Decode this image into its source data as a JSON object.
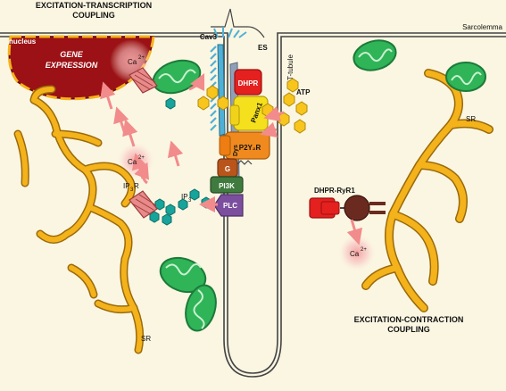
{
  "titles": {
    "etc_line1": "EXCITATION-TRANSCRIPTION",
    "etc_line2": "COUPLING",
    "ecc_line1": "EXCITATION-CONTRACTION",
    "ecc_line2": "COUPLING"
  },
  "labels": {
    "sarcolemma": "Sarcolemma",
    "t_tubule": "T-tubule",
    "nucleus": "nucleus",
    "gene_line1": "GENE",
    "gene_line2": "EXPRESSION",
    "cav3": "Cav3",
    "es": "ES",
    "dhpr": "DHPR",
    "atp": "ATP",
    "panx1": "Panx1",
    "dys": "Dys",
    "p2y2r": "P2Y₂R",
    "g": "G",
    "pi3k": "PI3K",
    "plc": "PLC",
    "ip3": "IP",
    "ip3_sub": "3",
    "ip3r": "IP",
    "ip3r_sub": "3",
    "ip3r_r": "R",
    "ca": "Ca",
    "ca_sup": "2+",
    "sr": "SR",
    "dhpr_ryr1": "DHPR-RyR1"
  },
  "colors": {
    "background": "#fbf6e2",
    "nucleus": "#9b1115",
    "sr": "#f4b21b",
    "sr_stroke": "#9a6a0a",
    "mitochondria": "#2fb457",
    "membrane": "#444444",
    "dhpr": "#e4211f",
    "panx1": "#f4e01c",
    "p2y2r": "#f08a1e",
    "g_protein": "#b9541b",
    "pi3k": "#3f7a3e",
    "plc": "#7b4f9e",
    "ryr1": "#6b2a20",
    "ip3": "#17a49a",
    "atp": "#f7c51c",
    "arrow": "#f28b8b"
  }
}
